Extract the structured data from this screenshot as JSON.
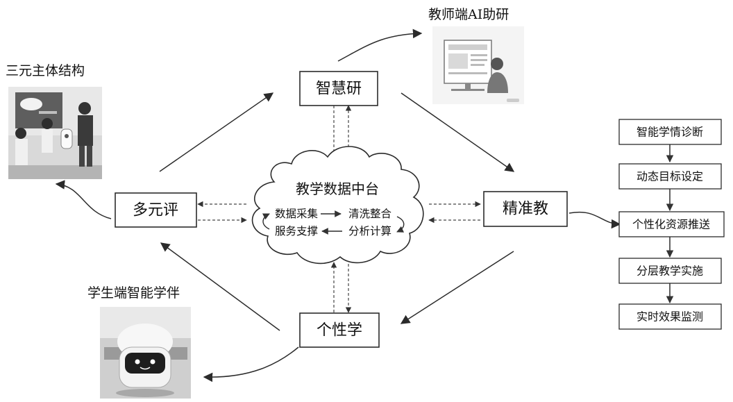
{
  "nodes": {
    "top": "智慧研",
    "left": "多元评",
    "right": "精准教",
    "bottom": "个性学"
  },
  "hub": {
    "title": "教学数据中台",
    "collect": "数据采集",
    "clean": "清洗整合",
    "serve": "服务支撑",
    "analyze": "分析计算"
  },
  "captions": {
    "teacher_ai": "教师端AI助研",
    "three_subjects": "三元主体结构",
    "student_companion": "学生端智能学伴"
  },
  "steps": [
    "智能学情诊断",
    "动态目标设定",
    "个性化资源推送",
    "分层教学实施",
    "实时效果监测"
  ],
  "colors": {
    "line": "#2b2b2b",
    "box_fill": "#ffffff",
    "photo_gray": "#bdbdbd"
  }
}
